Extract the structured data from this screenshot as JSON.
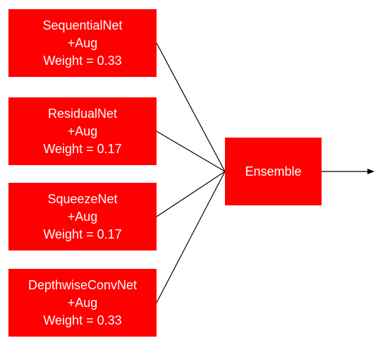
{
  "models": [
    {
      "name": "SequentialNet",
      "aug": "+Aug",
      "weight": "Weight = 0.33"
    },
    {
      "name": "ResidualNet",
      "aug": "+Aug",
      "weight": "Weight = 0.17"
    },
    {
      "name": "SqueezeNet",
      "aug": "+Aug",
      "weight": "Weight = 0.17"
    },
    {
      "name": "DepthwiseConvNet",
      "aug": "+Aug",
      "weight": "Weight = 0.33"
    }
  ],
  "ensemble": {
    "label": "Ensemble"
  },
  "colors": {
    "box_fill": "#ff0000",
    "box_text": "#ffffff",
    "line": "#000000"
  }
}
